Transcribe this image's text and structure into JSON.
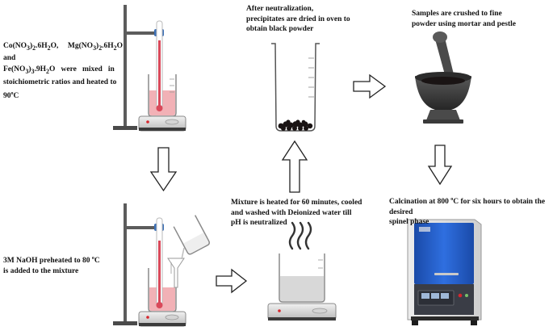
{
  "steps": {
    "mixing": {
      "line1_pre": "Co(NO",
      "line1_s1": "3",
      "line1_mid1": ")",
      "line1_s2": "2",
      "line1_mid2": ".6H",
      "line1_s3": "2",
      "line1_mid3": "O,  Mg(NO",
      "line1_s4": "3",
      "line1_mid4": ")",
      "line1_s5": "2",
      "line1_mid5": ".6H",
      "line1_s6": "2",
      "line1_post": "O and",
      "line2_pre": "Fe(NO",
      "line2_s1": "3",
      "line2_mid1": ")",
      "line2_s2": "3",
      "line2_mid2": ".9H",
      "line2_s3": "2",
      "line2_post": "O   were   mixed   in",
      "line3": "stoichiometric ratios and heated to",
      "line4_pre": "90",
      "line4_sup": "o",
      "line4_post": "C"
    },
    "drying": {
      "line1": "After neutralization,",
      "line2": "precipitates are dried in oven to",
      "line3": "obtain black powder"
    },
    "crushing": {
      "line1": "Samples are crushed to fine",
      "line2": "powder using mortar and pestle"
    },
    "naoh": {
      "line1_pre": "3M NaOH preheated to 80 ",
      "line1_sup": "o",
      "line1_post": "C",
      "line2": "is added to the mixture"
    },
    "heating": {
      "line1": "Mixture is heated for 60 minutes, cooled",
      "line2": "and washed with Deionized water till",
      "line3": "pH is neutralized"
    },
    "calcination": {
      "line1_pre": "Calcination at 800 ",
      "line1_sup": "o",
      "line1_post": "C for six hours to obtain the desired",
      "line2": "spinel phase"
    }
  },
  "colors": {
    "solution": "#f2b1b6",
    "thermometer": "#d9495a",
    "clamp": "#3b6fb5",
    "furnace_blue": "#1d53b8",
    "furnace_panel": "#2c2f37",
    "indicator": "#d7262d",
    "mortar": "#3d3d3d",
    "powder": "#1a1414"
  },
  "icons": [
    "hotplate-icon",
    "thermometer-icon",
    "beaker-icon",
    "oven-icon",
    "mortar-icon",
    "pestle-icon",
    "arrow-icon"
  ]
}
